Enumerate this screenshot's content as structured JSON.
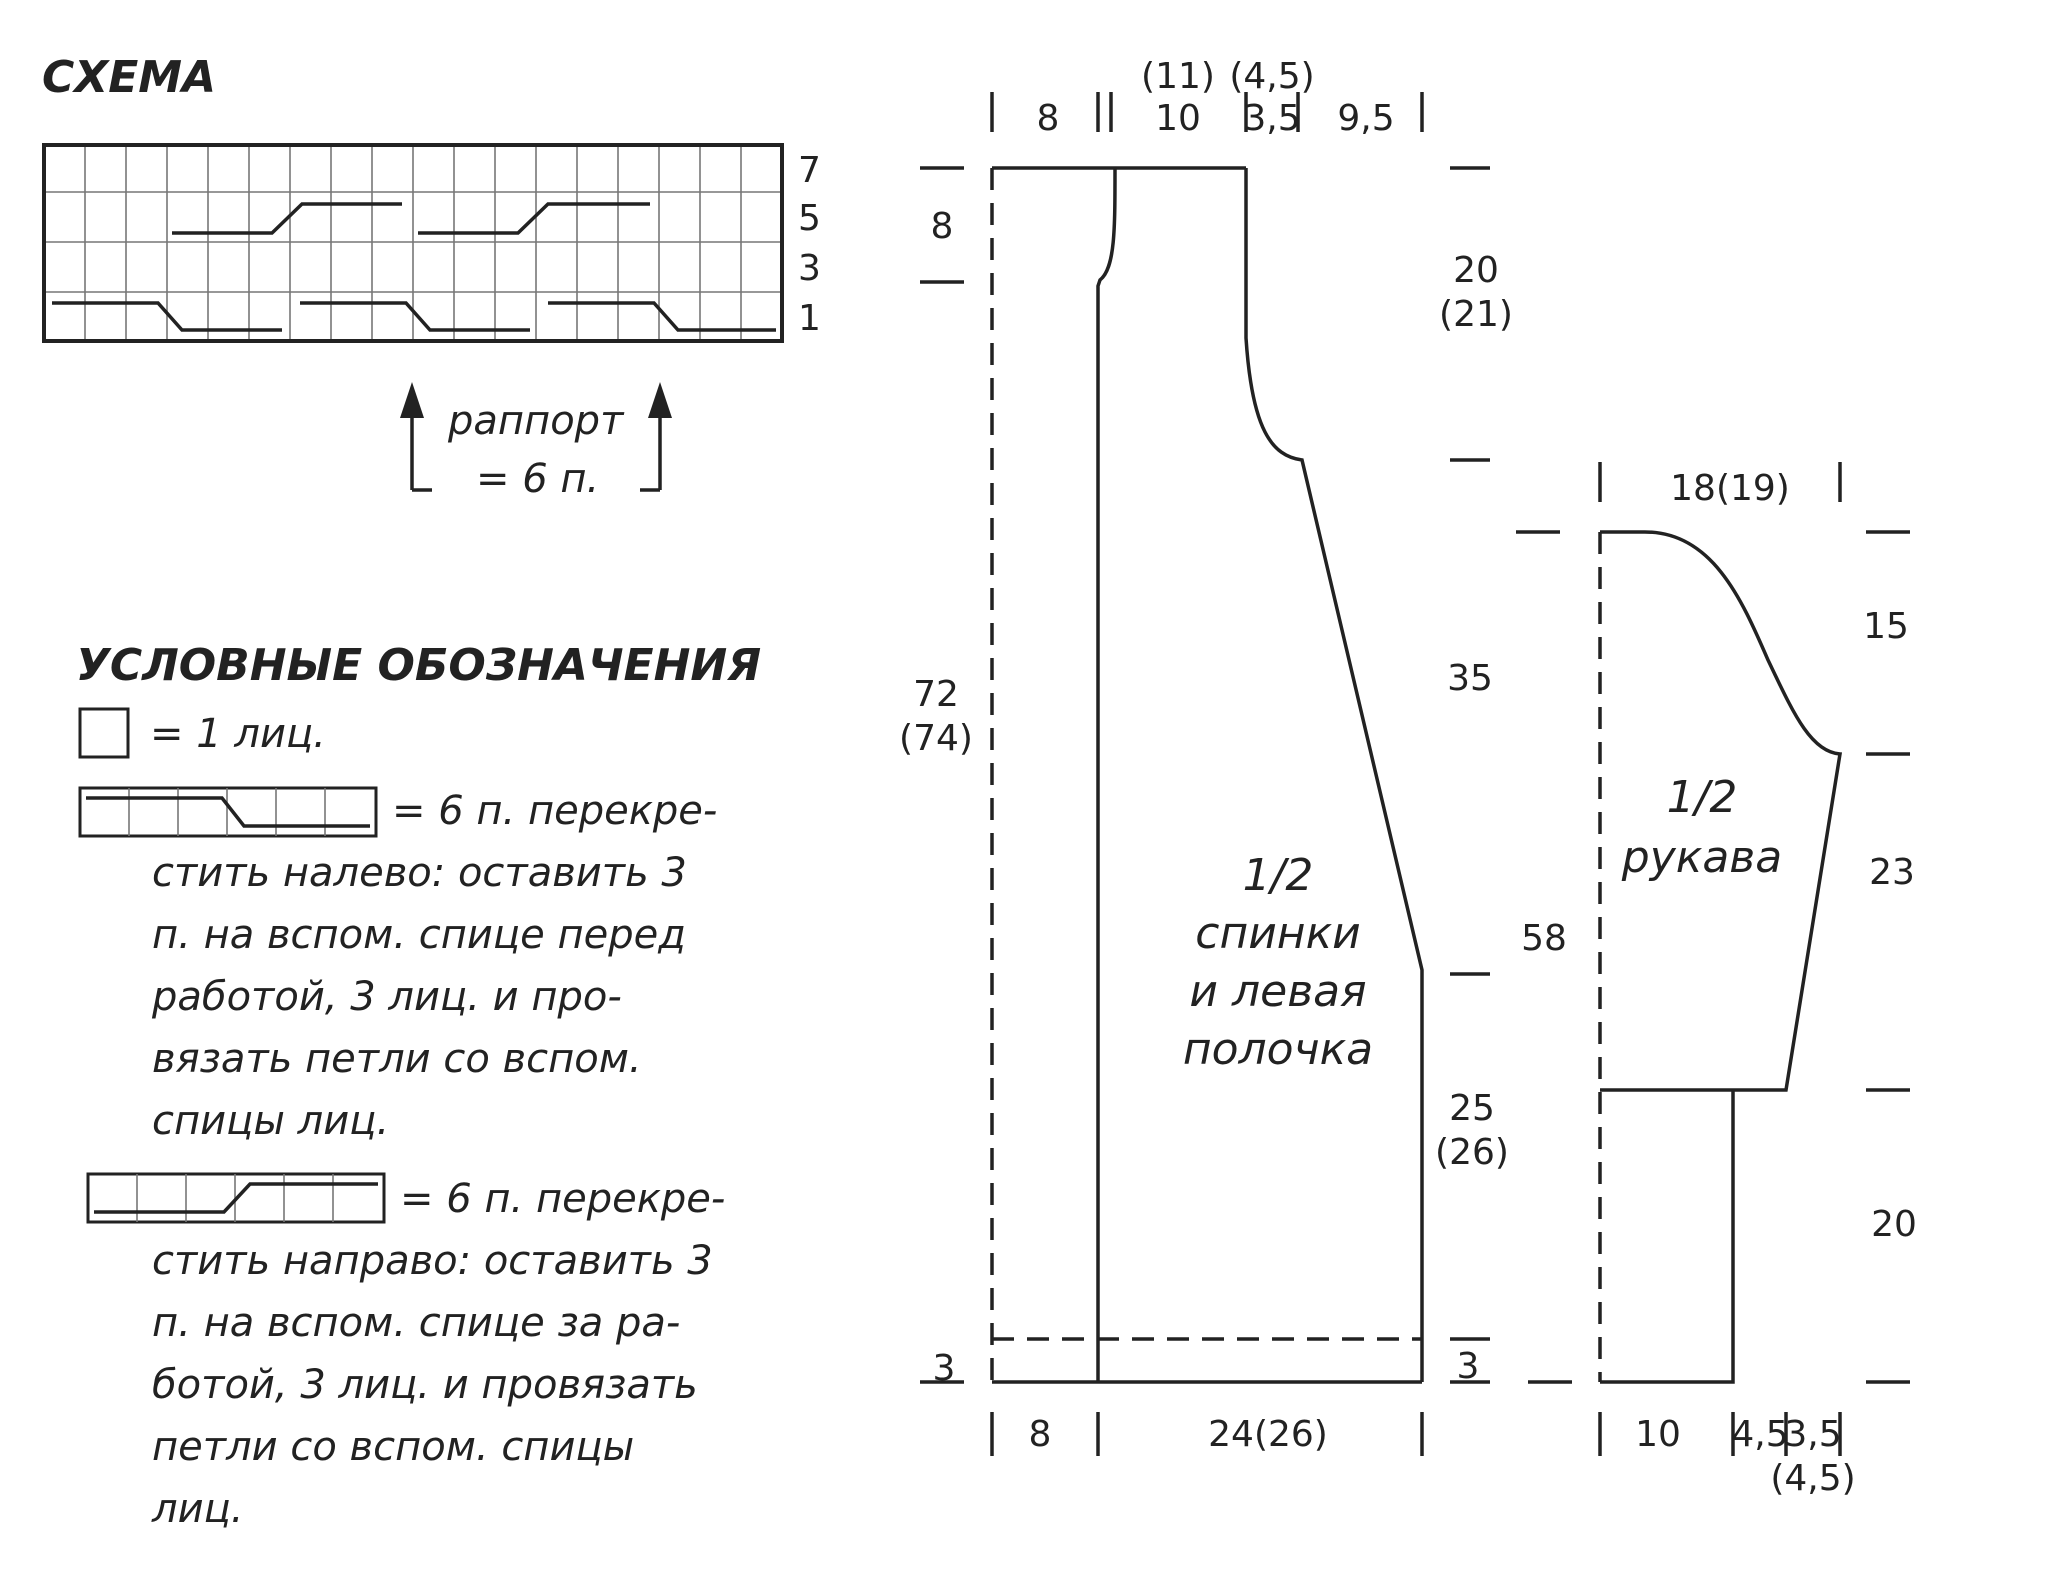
{
  "chart": {
    "title": "СХЕМА",
    "row_numbers": [
      "7",
      "5",
      "3",
      "1"
    ],
    "repeat_label_1": "раппорт",
    "repeat_label_2": "= 6 п."
  },
  "legend": {
    "title": "УСЛОВНЫЕ ОБОЗНАЧЕНИЯ",
    "knit": "= 1 лиц.",
    "cross_left": [
      "= 6 п. перекре-",
      "стить налево: оставить 3",
      "п. на вспом. спице перед",
      "работой, 3 лиц. и про-",
      "вязать петли со вспом.",
      "спицы лиц."
    ],
    "cross_right": [
      "= 6 п. перекре-",
      "стить направо: оставить 3",
      "п. на вспом. спице за ра-",
      "ботой, 3 лиц. и провязать",
      "петли со вспом. спицы",
      "лиц."
    ]
  },
  "body_piece": {
    "label": [
      "1/2",
      "спинки",
      "и левая",
      "полочка"
    ],
    "top": {
      "w8": "8",
      "w10": "10",
      "w10_alt": "(11)",
      "w35": "3,5",
      "w35_alt": "(4,5)",
      "w95": "9,5"
    },
    "left": {
      "h8": "8",
      "h72": "72",
      "h72_alt": "(74)",
      "h3": "3"
    },
    "right": {
      "h20": "20",
      "h20_alt": "(21)",
      "h35": "35",
      "h25": "25",
      "h25_alt": "(26)",
      "h3": "3"
    },
    "bottom": {
      "w8": "8",
      "w24": "24(26)"
    }
  },
  "sleeve_piece": {
    "label": [
      "1/2",
      "рукава"
    ],
    "top": "18(19)",
    "left": "58",
    "right": {
      "h15": "15",
      "h23": "23",
      "h20": "20"
    },
    "bottom": {
      "w10": "10",
      "w45": "4,5",
      "w35": "3,5",
      "w35_alt": "(4,5)"
    }
  }
}
